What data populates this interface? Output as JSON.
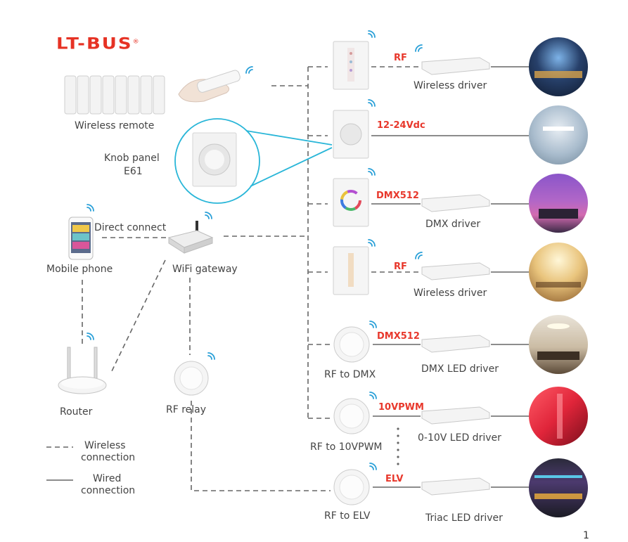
{
  "brand": {
    "logo": "LT-BUS",
    "registered": "®"
  },
  "page_number": "1",
  "left_devices": {
    "remote_label": "Wireless remote",
    "knob_label_line1": "Knob panel",
    "knob_label_line2": "E61",
    "direct_connect": "Direct connect",
    "mobile_label": "Mobile phone",
    "gateway_label": "WiFi gateway",
    "router_label": "Router",
    "relay_label": "RF relay"
  },
  "rows": [
    {
      "signal": "RF",
      "driver": "Wireless driver",
      "receiver": ""
    },
    {
      "signal": "12-24Vdc",
      "driver": "",
      "receiver": ""
    },
    {
      "signal": "DMX512",
      "driver": "DMX driver",
      "receiver": ""
    },
    {
      "signal": "RF",
      "driver": "Wireless driver",
      "receiver": ""
    },
    {
      "signal": "DMX512",
      "driver": "DMX LED driver",
      "receiver": "RF to DMX"
    },
    {
      "signal": "10VPWM",
      "driver": "0-10V LED driver",
      "receiver": "RF to 10VPWM"
    },
    {
      "signal": "ELV",
      "driver": "Triac LED driver",
      "receiver": "RF to ELV"
    }
  ],
  "legend": {
    "wireless_line1": "Wireless",
    "wireless_line2": "connection",
    "wired_line1": "Wired",
    "wired_line2": "connection"
  },
  "colors": {
    "accent": "#e8382c",
    "wifi": "#2aa0d8",
    "line": "#666666",
    "knob_callout": "#29b6d8"
  }
}
